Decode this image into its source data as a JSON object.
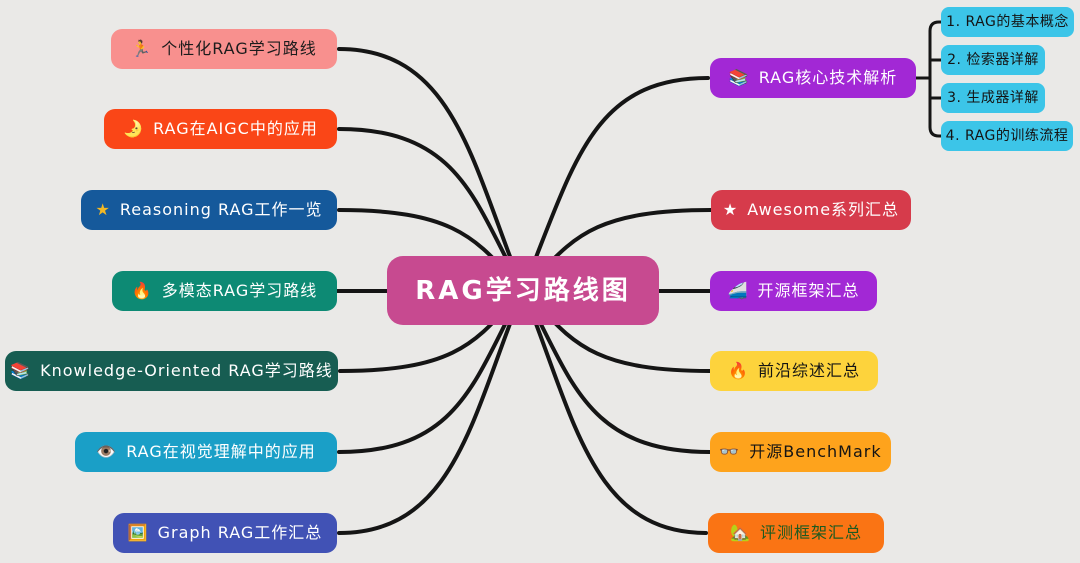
{
  "canvas": {
    "background_color": "#eae9e7",
    "connector_color": "#151515"
  },
  "center": {
    "label": "RAG学习路线图",
    "bg": "#c74a90",
    "text_color": "#ffffff"
  },
  "left_nodes": [
    {
      "icon": {
        "name": "runner-icon",
        "glyph": "🏃"
      },
      "label": "个性化RAG学习路线",
      "bg": "#f8908e",
      "text_color": "#1c1c1c"
    },
    {
      "icon": {
        "name": "crescent-moon-icon",
        "glyph": "🌛"
      },
      "label": "RAG在AIGC中的应用",
      "bg": "#fa4617",
      "text_color": "#ffffff"
    },
    {
      "icon": {
        "name": "gold-star-icon",
        "glyph": "★",
        "color": "#f2b824"
      },
      "label": "Reasoning RAG工作一览",
      "bg": "#15599b",
      "text_color": "#ffffff"
    },
    {
      "icon": {
        "name": "fire-icon",
        "glyph": "🔥"
      },
      "label": "多模态RAG学习路线",
      "bg": "#0d8a74",
      "text_color": "#ffffff"
    },
    {
      "icon": {
        "name": "books-icon",
        "glyph": "📚"
      },
      "label": "Knowledge-Oriented RAG学习路线",
      "bg": "#175d52",
      "text_color": "#ffffff"
    },
    {
      "icon": {
        "name": "eye-icon",
        "glyph": "👁️"
      },
      "label": "RAG在视觉理解中的应用",
      "bg": "#1a9fc7",
      "text_color": "#ffffff"
    },
    {
      "icon": {
        "name": "framed-picture-icon",
        "glyph": "🖼️"
      },
      "label": "Graph RAG工作汇总",
      "bg": "#4152b5",
      "text_color": "#ffffff"
    }
  ],
  "right_nodes": [
    {
      "icon": {
        "name": "books-icon",
        "glyph": "📚"
      },
      "label": "RAG核心技术解析",
      "bg": "#a228d5",
      "text_color": "#ffffff"
    },
    {
      "icon": {
        "name": "white-star-icon",
        "glyph": "★",
        "color": "#ffffff"
      },
      "label": "Awesome系列汇总",
      "bg": "#d63b4b",
      "text_color": "#ffffff"
    },
    {
      "icon": {
        "name": "bullet-train-icon",
        "glyph": "🚄"
      },
      "label": "开源框架汇总",
      "bg": "#a228d5",
      "text_color": "#ffffff"
    },
    {
      "icon": {
        "name": "fire-icon",
        "glyph": "🔥"
      },
      "label": "前沿综述汇总",
      "bg": "#fdd33c",
      "text_color": "#141414"
    },
    {
      "icon": {
        "name": "glasses-icon",
        "glyph": "👓"
      },
      "label": "开源BenchMark",
      "bg": "#fea31c",
      "text_color": "#141414"
    },
    {
      "icon": {
        "name": "house-garden-icon",
        "glyph": "🏡"
      },
      "label": "评测框架汇总",
      "bg": "#fa7414",
      "text_color": "#1d5a20"
    }
  ],
  "sub_nodes": [
    {
      "label": "1. RAG的基本概念",
      "bg": "#3cc5e8",
      "text_color": "#141414"
    },
    {
      "label": "2. 检索器详解",
      "bg": "#3cc5e8",
      "text_color": "#141414"
    },
    {
      "label": "3. 生成器详解",
      "bg": "#3cc5e8",
      "text_color": "#141414"
    },
    {
      "label": "4. RAG的训练流程",
      "bg": "#3cc5e8",
      "text_color": "#141414"
    }
  ]
}
